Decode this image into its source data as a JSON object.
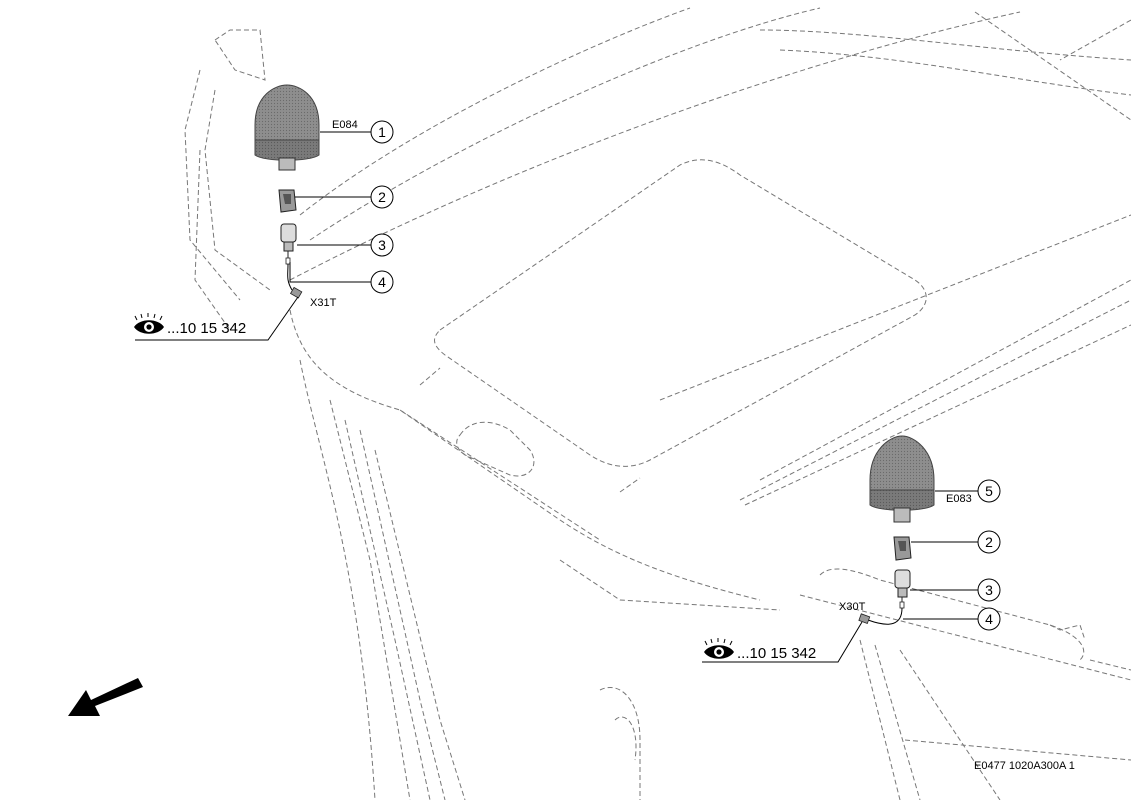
{
  "diagram": {
    "callouts": [
      {
        "id": "c1",
        "number": "1"
      },
      {
        "id": "c2a",
        "number": "2"
      },
      {
        "id": "c3a",
        "number": "3"
      },
      {
        "id": "c4a",
        "number": "4"
      },
      {
        "id": "c5",
        "number": "5"
      },
      {
        "id": "c2b",
        "number": "2"
      },
      {
        "id": "c3b",
        "number": "3"
      },
      {
        "id": "c4b",
        "number": "4"
      }
    ],
    "labels": {
      "beacon_left": "E084",
      "beacon_right": "E083",
      "connector_left": "X31T",
      "connector_right": "X30T"
    },
    "references": {
      "left": "...10 15 342",
      "right": "...10 15 342"
    },
    "drawing_code": "E0477 1020A300A 1",
    "colors": {
      "beacon_fill": "#8a8a8a",
      "beacon_base": "#6f6f6f",
      "outline": "#777777"
    }
  }
}
